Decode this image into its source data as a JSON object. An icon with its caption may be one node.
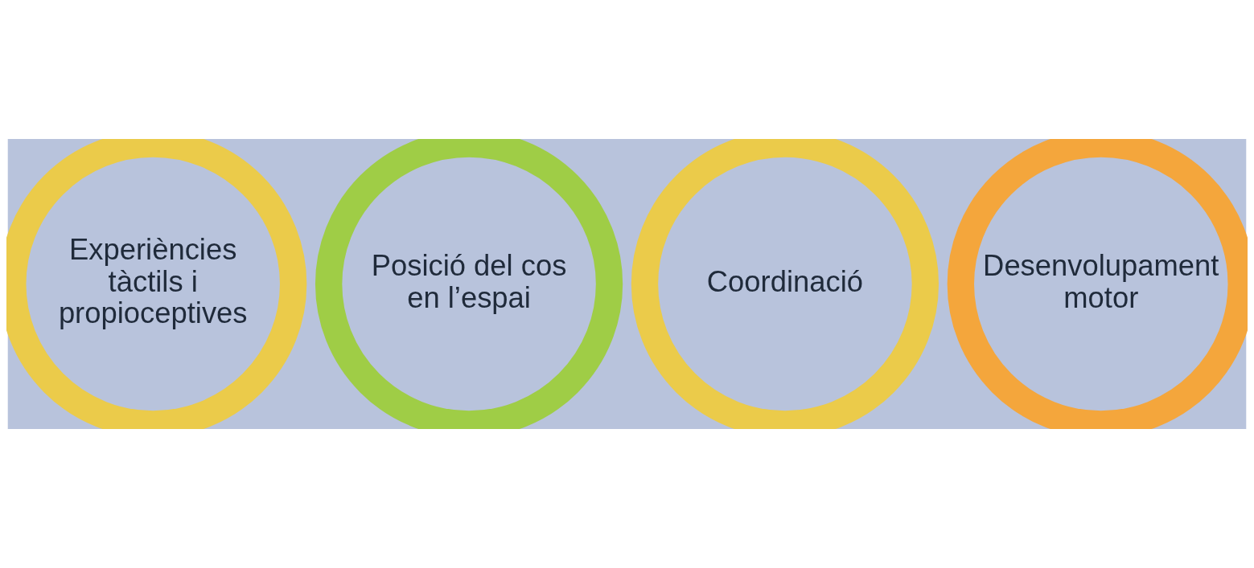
{
  "diagram": {
    "nodes": [
      {
        "text": [
          "Experiències tàctils i propioceptives"
        ]
      },
      {
        "text": [
          "Posició del cos en l’espai"
        ]
      },
      {
        "text": [
          "Coordinació"
        ]
      },
      {
        "text": [
          "Desenvolupament motor"
        ]
      }
    ],
    "edges": []
  }
}
